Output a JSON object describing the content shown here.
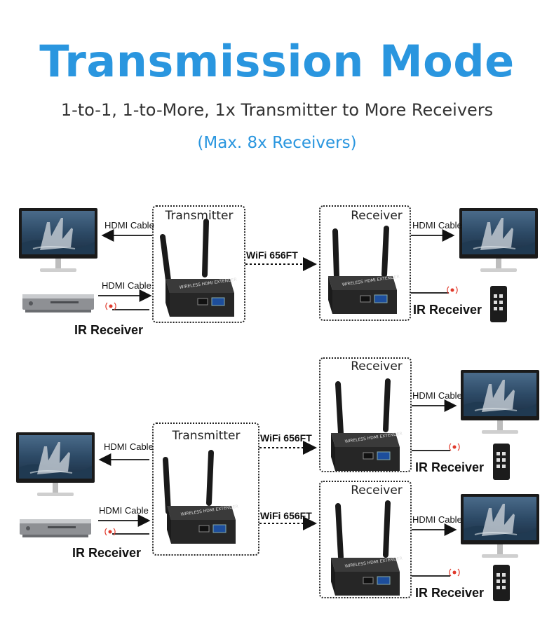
{
  "header": {
    "title": "Transmission Mode",
    "subtitle": "1-to-1, 1-to-More, 1x Transmitter to More Receivers",
    "note": "(Max. 8x Receivers)"
  },
  "top": {
    "transmitter_label": "Transmitter",
    "receiver_label": "Receiver",
    "hdmi_out_label": "HDMI Cable",
    "hdmi_in_label": "HDMI Cable",
    "rx_hdmi_label": "HDMI Cable",
    "wifi_label": "WiFi 656FT",
    "ir_tx_label": "IR Receiver",
    "ir_rx_label": "IR Receiver"
  },
  "bottom": {
    "transmitter_label": "Transmitter",
    "receiver1_label": "Receiver",
    "receiver2_label": "Receiver",
    "hdmi_out_label": "HDMI Cable",
    "hdmi_in_label": "HDMI Cable",
    "rx1_hdmi_label": "HDMI Cable",
    "rx2_hdmi_label": "HDMI Cable",
    "wifi1_label": "WiFi 656FT",
    "wifi2_label": "WiFi 656FT",
    "ir_tx_label": "IR Receiver",
    "ir_rx1_label": "IR Receiver",
    "ir_rx2_label": "IR Receiver"
  },
  "device_text": "WIRELESS HDMI EXTENDER",
  "colors": {
    "accent": "#2a96df",
    "ir": "#e0392b",
    "device": "#2b2b2b"
  }
}
